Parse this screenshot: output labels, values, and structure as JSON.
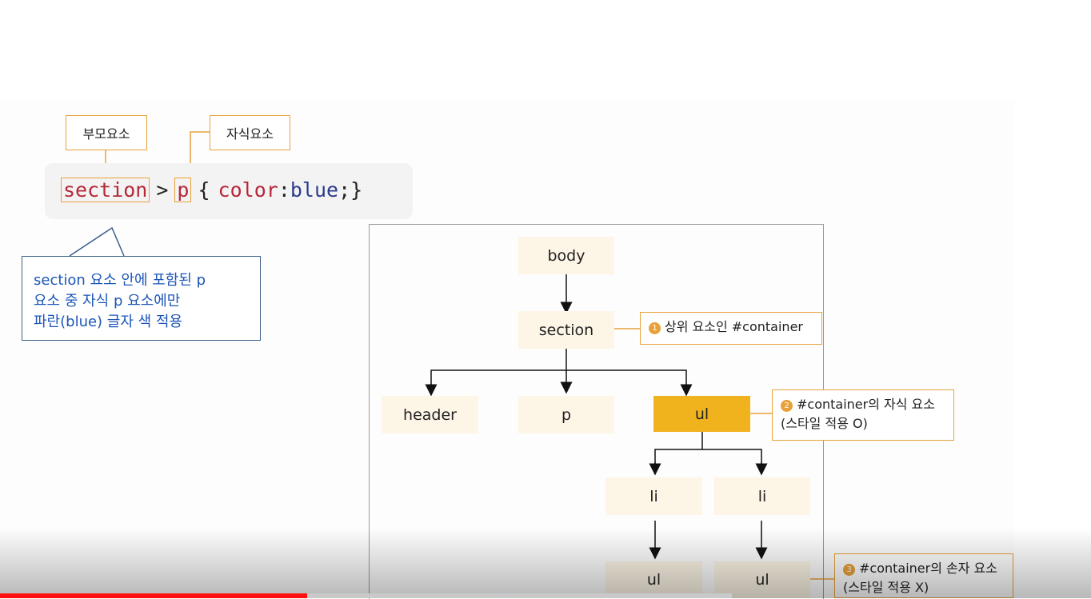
{
  "labels": {
    "parent": "부모요소",
    "child": "자식요소"
  },
  "code": {
    "selector_parent": "section",
    "combinator": ">",
    "selector_child": "p",
    "open_brace": "{",
    "property": "color",
    "colon": ":",
    "value": "blue",
    "close": ";}"
  },
  "callout": {
    "line1": "section 요소 안에 포함된 p",
    "line2": "요소 중 자식 p 요소에만",
    "line3": "파란(blue) 글자 색 적용"
  },
  "tree": {
    "body": "body",
    "section": "section",
    "header": "header",
    "p": "p",
    "ul": "ul",
    "li_left": "li",
    "li_right": "li",
    "ul_left": "ul",
    "ul_right": "ul"
  },
  "notes": {
    "note1_num": "1",
    "note1": "상위 요소인 #container",
    "note2_num": "2",
    "note2_line1": "#container의 자식 요소",
    "note2_line2": "(스타일 적용 O)",
    "note3_num": "3",
    "note3_line1": "#container의 손자 요소",
    "note3_line2": "(스타일 적용 X)"
  },
  "colors": {
    "accent": "#e8a13a",
    "highlight_node": "#f0b31e",
    "node_bg": "#fdf5e6",
    "callout_text": "#1c56b8",
    "progress": "#ff1010"
  },
  "video": {
    "progress_fraction": 0.42
  }
}
